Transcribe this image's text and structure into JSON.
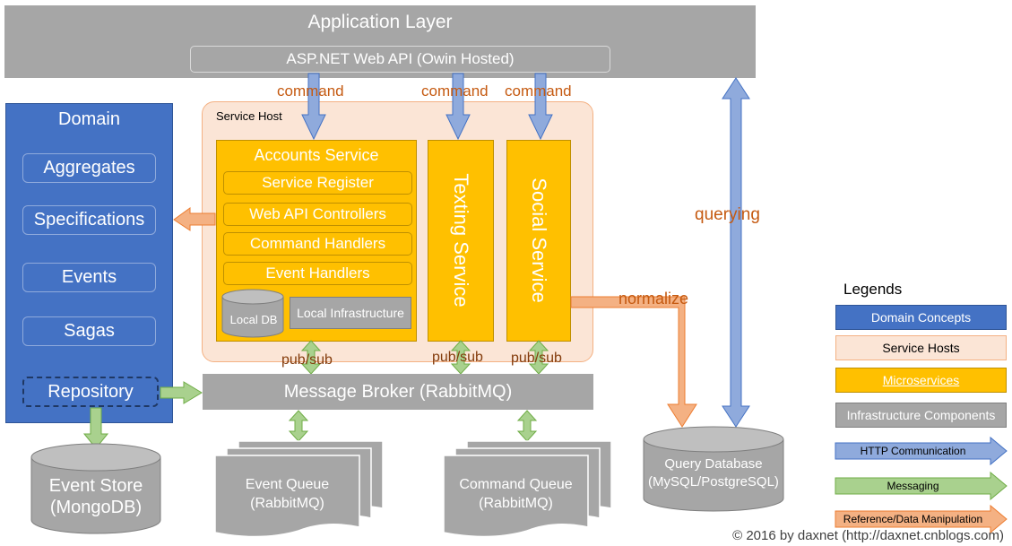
{
  "application_layer": {
    "title": "Application Layer",
    "api": "ASP.NET Web API (Owin Hosted)"
  },
  "domain": {
    "title": "Domain",
    "items": [
      "Aggregates",
      "Specifications",
      "Events",
      "Sagas"
    ],
    "repository": "Repository"
  },
  "service_host": {
    "title": "Service Host",
    "accounts": {
      "title": "Accounts Service",
      "items": [
        "Service Register",
        "Web API Controllers",
        "Command Handlers",
        "Event Handlers"
      ],
      "local_db": "Local DB",
      "local_infra": "Local Infrastructure"
    },
    "texting": "Texting Service",
    "social": "Social Service"
  },
  "labels": {
    "command": "command",
    "pubsub": "pub/sub",
    "querying": "querying",
    "normalize": "normalize"
  },
  "infrastructure": {
    "message_broker": "Message Broker (RabbitMQ)",
    "event_store": {
      "line1": "Event Store",
      "line2": "(MongoDB)"
    },
    "event_queue": {
      "line1": "Event Queue",
      "line2": "(RabbitMQ)"
    },
    "command_queue": {
      "line1": "Command Queue",
      "line2": "(RabbitMQ)"
    },
    "query_db": {
      "line1": "Query Database",
      "line2": "(MySQL/PostgreSQL)"
    }
  },
  "legend": {
    "title": "Legends",
    "items": [
      {
        "label": "Domain Concepts",
        "color": "#4472c4"
      },
      {
        "label": "Service Hosts",
        "color": "#fbe5d6"
      },
      {
        "label": "Microservices",
        "color": "#ffc000"
      },
      {
        "label": "Infrastructure Components",
        "color": "#a6a6a6"
      },
      {
        "label": "HTTP Communication",
        "color": "#8faadc"
      },
      {
        "label": "Messaging",
        "color": "#a9d18e"
      },
      {
        "label": "Reference/Data Manipulation",
        "color": "#f4b183"
      }
    ]
  },
  "credit": "© 2016 by daxnet (http://daxnet.cnblogs.com)"
}
